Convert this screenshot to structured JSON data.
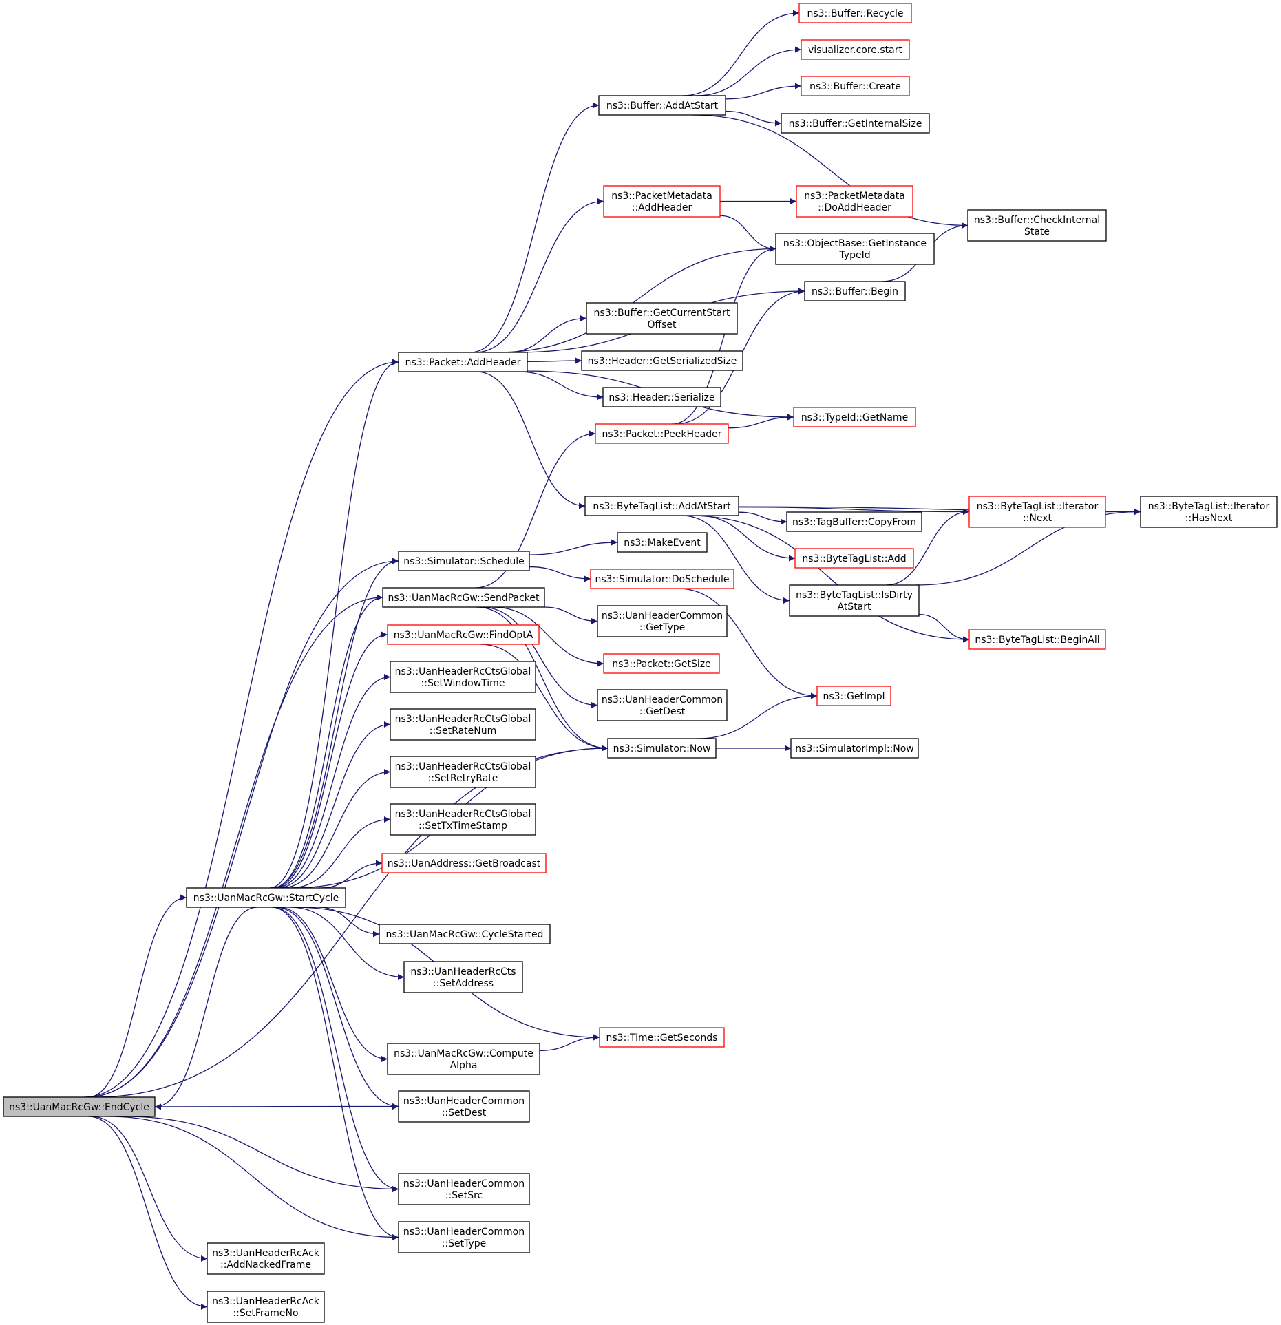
{
  "colors": {
    "edge": "#191970",
    "node_border": "#000000",
    "node_border_link": "#ff0000",
    "root_fill": "#bfbfbf",
    "background": "#ffffff"
  },
  "nodes": [
    {
      "id": "endcycle",
      "lines": [
        "ns3::UanMacRcGw::EndCycle"
      ],
      "style": "root"
    },
    {
      "id": "startcycle",
      "lines": [
        "ns3::UanMacRcGw::StartCycle"
      ],
      "style": "plain"
    },
    {
      "id": "addNacked",
      "lines": [
        "ns3::UanHeaderRcAck",
        "::AddNackedFrame"
      ],
      "style": "plain"
    },
    {
      "id": "setFrameNo",
      "lines": [
        "ns3::UanHeaderRcAck",
        "::SetFrameNo"
      ],
      "style": "plain"
    },
    {
      "id": "setDest",
      "lines": [
        "ns3::UanHeaderCommon",
        "::SetDest"
      ],
      "style": "plain"
    },
    {
      "id": "setSrc",
      "lines": [
        "ns3::UanHeaderCommon",
        "::SetSrc"
      ],
      "style": "plain"
    },
    {
      "id": "setType",
      "lines": [
        "ns3::UanHeaderCommon",
        "::SetType"
      ],
      "style": "plain"
    },
    {
      "id": "computeAlpha",
      "lines": [
        "ns3::UanMacRcGw::Compute",
        "Alpha"
      ],
      "style": "plain"
    },
    {
      "id": "ctsSetAddress",
      "lines": [
        "ns3::UanHeaderRcCts",
        "::SetAddress"
      ],
      "style": "plain"
    },
    {
      "id": "cycleStarted",
      "lines": [
        "ns3::UanMacRcGw::CycleStarted"
      ],
      "style": "plain"
    },
    {
      "id": "getBroadcast",
      "lines": [
        "ns3::UanAddress::GetBroadcast"
      ],
      "style": "link"
    },
    {
      "id": "setTxTimeStamp",
      "lines": [
        "ns3::UanHeaderRcCtsGlobal",
        "::SetTxTimeStamp"
      ],
      "style": "plain"
    },
    {
      "id": "setRetryRate",
      "lines": [
        "ns3::UanHeaderRcCtsGlobal",
        "::SetRetryRate"
      ],
      "style": "plain"
    },
    {
      "id": "setRateNum",
      "lines": [
        "ns3::UanHeaderRcCtsGlobal",
        "::SetRateNum"
      ],
      "style": "plain"
    },
    {
      "id": "setWindowTime",
      "lines": [
        "ns3::UanHeaderRcCtsGlobal",
        "::SetWindowTime"
      ],
      "style": "plain"
    },
    {
      "id": "findOptA",
      "lines": [
        "ns3::UanMacRcGw::FindOptA"
      ],
      "style": "link"
    },
    {
      "id": "sendPacket",
      "lines": [
        "ns3::UanMacRcGw::SendPacket"
      ],
      "style": "plain"
    },
    {
      "id": "schedule",
      "lines": [
        "ns3::Simulator::Schedule"
      ],
      "style": "plain"
    },
    {
      "id": "packetAddHeader",
      "lines": [
        "ns3::Packet::AddHeader"
      ],
      "style": "plain"
    },
    {
      "id": "timeGetSeconds",
      "lines": [
        "ns3::Time::GetSeconds"
      ],
      "style": "link"
    },
    {
      "id": "simNow",
      "lines": [
        "ns3::Simulator::Now"
      ],
      "style": "plain"
    },
    {
      "id": "commonGetDest",
      "lines": [
        "ns3::UanHeaderCommon",
        "::GetDest"
      ],
      "style": "plain"
    },
    {
      "id": "packetGetSize",
      "lines": [
        "ns3::Packet::GetSize"
      ],
      "style": "link"
    },
    {
      "id": "commonGetType",
      "lines": [
        "ns3::UanHeaderCommon",
        "::GetType"
      ],
      "style": "plain"
    },
    {
      "id": "doSchedule",
      "lines": [
        "ns3::Simulator::DoSchedule"
      ],
      "style": "link"
    },
    {
      "id": "makeEvent",
      "lines": [
        "ns3::MakeEvent"
      ],
      "style": "plain"
    },
    {
      "id": "btlAddAtStart",
      "lines": [
        "ns3::ByteTagList::AddAtStart"
      ],
      "style": "plain"
    },
    {
      "id": "peekHeader",
      "lines": [
        "ns3::Packet::PeekHeader"
      ],
      "style": "link"
    },
    {
      "id": "headerSerialize",
      "lines": [
        "ns3::Header::Serialize"
      ],
      "style": "plain"
    },
    {
      "id": "headerGetSerSize",
      "lines": [
        "ns3::Header::GetSerializedSize"
      ],
      "style": "plain"
    },
    {
      "id": "bufGetCurStart",
      "lines": [
        "ns3::Buffer::GetCurrentStart",
        "Offset"
      ],
      "style": "plain"
    },
    {
      "id": "pmAddHeader",
      "lines": [
        "ns3::PacketMetadata",
        "::AddHeader"
      ],
      "style": "link"
    },
    {
      "id": "bufAddAtStart",
      "lines": [
        "ns3::Buffer::AddAtStart"
      ],
      "style": "plain"
    },
    {
      "id": "bufRecycle",
      "lines": [
        "ns3::Buffer::Recycle"
      ],
      "style": "link"
    },
    {
      "id": "vizCoreStart",
      "lines": [
        "visualizer.core.start"
      ],
      "style": "link"
    },
    {
      "id": "bufCreate",
      "lines": [
        "ns3::Buffer::Create"
      ],
      "style": "link"
    },
    {
      "id": "bufGetInternalSize",
      "lines": [
        "ns3::Buffer::GetInternalSize"
      ],
      "style": "plain"
    },
    {
      "id": "pmDoAddHeader",
      "lines": [
        "ns3::PacketMetadata",
        "::DoAddHeader"
      ],
      "style": "link"
    },
    {
      "id": "objGetInstTypeId",
      "lines": [
        "ns3::ObjectBase::GetInstance",
        "TypeId"
      ],
      "style": "plain"
    },
    {
      "id": "bufBegin",
      "lines": [
        "ns3::Buffer::Begin"
      ],
      "style": "plain"
    },
    {
      "id": "typeIdGetName",
      "lines": [
        "ns3::TypeId::GetName"
      ],
      "style": "link"
    },
    {
      "id": "tagBufCopyFrom",
      "lines": [
        "ns3::TagBuffer::CopyFrom"
      ],
      "style": "plain"
    },
    {
      "id": "btlAdd",
      "lines": [
        "ns3::ByteTagList::Add"
      ],
      "style": "link"
    },
    {
      "id": "btlIsDirty",
      "lines": [
        "ns3::ByteTagList::IsDirty",
        "AtStart"
      ],
      "style": "plain"
    },
    {
      "id": "getImpl",
      "lines": [
        "ns3::GetImpl"
      ],
      "style": "link"
    },
    {
      "id": "simImplNow",
      "lines": [
        "ns3::SimulatorImpl::Now"
      ],
      "style": "plain"
    },
    {
      "id": "bufCheckInternal",
      "lines": [
        "ns3::Buffer::CheckInternal",
        "State"
      ],
      "style": "plain"
    },
    {
      "id": "btlIterNext",
      "lines": [
        "ns3::ByteTagList::Iterator",
        "::Next"
      ],
      "style": "link"
    },
    {
      "id": "btlBeginAll",
      "lines": [
        "ns3::ByteTagList::BeginAll"
      ],
      "style": "link"
    },
    {
      "id": "btlIterHasNext",
      "lines": [
        "ns3::ByteTagList::Iterator",
        "::HasNext"
      ],
      "style": "plain"
    }
  ],
  "edges": [
    [
      "endcycle",
      "startcycle"
    ],
    [
      "endcycle",
      "schedule"
    ],
    [
      "endcycle",
      "sendPacket"
    ],
    [
      "endcycle",
      "packetAddHeader"
    ],
    [
      "endcycle",
      "setDest"
    ],
    [
      "endcycle",
      "simNow"
    ],
    [
      "endcycle",
      "setSrc"
    ],
    [
      "endcycle",
      "setType"
    ],
    [
      "endcycle",
      "addNacked"
    ],
    [
      "endcycle",
      "setFrameNo"
    ],
    [
      "startcycle",
      "endcycle"
    ],
    [
      "startcycle",
      "schedule"
    ],
    [
      "startcycle",
      "sendPacket"
    ],
    [
      "startcycle",
      "packetAddHeader"
    ],
    [
      "startcycle",
      "findOptA"
    ],
    [
      "startcycle",
      "setWindowTime"
    ],
    [
      "startcycle",
      "setRateNum"
    ],
    [
      "startcycle",
      "setRetryRate"
    ],
    [
      "startcycle",
      "setTxTimeStamp"
    ],
    [
      "startcycle",
      "getBroadcast"
    ],
    [
      "startcycle",
      "simNow"
    ],
    [
      "startcycle",
      "cycleStarted"
    ],
    [
      "startcycle",
      "ctsSetAddress"
    ],
    [
      "startcycle",
      "timeGetSeconds"
    ],
    [
      "startcycle",
      "computeAlpha"
    ],
    [
      "startcycle",
      "setDest"
    ],
    [
      "startcycle",
      "setSrc"
    ],
    [
      "startcycle",
      "setType"
    ],
    [
      "computeAlpha",
      "timeGetSeconds"
    ],
    [
      "findOptA",
      "simNow"
    ],
    [
      "sendPacket",
      "peekHeader"
    ],
    [
      "sendPacket",
      "commonGetType"
    ],
    [
      "sendPacket",
      "packetGetSize"
    ],
    [
      "sendPacket",
      "commonGetDest"
    ],
    [
      "sendPacket",
      "simNow"
    ],
    [
      "schedule",
      "makeEvent"
    ],
    [
      "schedule",
      "doSchedule"
    ],
    [
      "doSchedule",
      "getImpl"
    ],
    [
      "simNow",
      "getImpl"
    ],
    [
      "simNow",
      "simImplNow"
    ],
    [
      "packetAddHeader",
      "bufAddAtStart"
    ],
    [
      "packetAddHeader",
      "pmAddHeader"
    ],
    [
      "packetAddHeader",
      "objGetInstTypeId"
    ],
    [
      "packetAddHeader",
      "bufBegin"
    ],
    [
      "packetAddHeader",
      "bufGetCurStart"
    ],
    [
      "packetAddHeader",
      "headerGetSerSize"
    ],
    [
      "packetAddHeader",
      "headerSerialize"
    ],
    [
      "packetAddHeader",
      "typeIdGetName"
    ],
    [
      "packetAddHeader",
      "btlAddAtStart"
    ],
    [
      "peekHeader",
      "objGetInstTypeId"
    ],
    [
      "peekHeader",
      "bufBegin"
    ],
    [
      "peekHeader",
      "typeIdGetName"
    ],
    [
      "bufAddAtStart",
      "bufRecycle"
    ],
    [
      "bufAddAtStart",
      "vizCoreStart"
    ],
    [
      "bufAddAtStart",
      "bufCreate"
    ],
    [
      "bufAddAtStart",
      "bufGetInternalSize"
    ],
    [
      "bufAddAtStart",
      "bufCheckInternal"
    ],
    [
      "pmAddHeader",
      "pmDoAddHeader"
    ],
    [
      "pmAddHeader",
      "objGetInstTypeId"
    ],
    [
      "bufBegin",
      "bufCheckInternal"
    ],
    [
      "btlAddAtStart",
      "btlIterHasNext"
    ],
    [
      "btlAddAtStart",
      "btlIterNext"
    ],
    [
      "btlAddAtStart",
      "tagBufCopyFrom"
    ],
    [
      "btlAddAtStart",
      "btlAdd"
    ],
    [
      "btlAddAtStart",
      "btlIsDirty"
    ],
    [
      "btlAddAtStart",
      "btlBeginAll"
    ],
    [
      "btlIsDirty",
      "btlIterNext"
    ],
    [
      "btlIsDirty",
      "btlIterHasNext"
    ],
    [
      "btlIsDirty",
      "btlBeginAll"
    ],
    [
      "btlIterNext",
      "btlIterHasNext"
    ]
  ]
}
